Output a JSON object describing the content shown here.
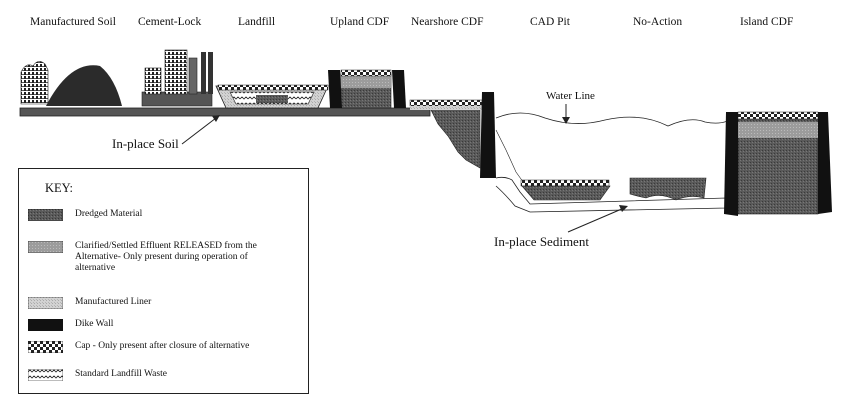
{
  "columns": [
    {
      "id": "manufactured-soil",
      "label": "Manufactured Soil"
    },
    {
      "id": "cement-lock",
      "label": "Cement-Lock"
    },
    {
      "id": "landfill",
      "label": "Landfill"
    },
    {
      "id": "upland-cdf",
      "label": "Upland CDF"
    },
    {
      "id": "nearshore-cdf",
      "label": "Nearshore CDF"
    },
    {
      "id": "cad-pit",
      "label": "CAD Pit"
    },
    {
      "id": "no-action",
      "label": "No-Action"
    },
    {
      "id": "island-cdf",
      "label": "Island CDF"
    }
  ],
  "callouts": {
    "water_line": "Water Line",
    "in_place_soil": "In-place Soil",
    "in_place_sediment": "In-place Sediment"
  },
  "key": {
    "title": "KEY:",
    "items": [
      {
        "id": "dredged",
        "label": "Dredged Material",
        "pattern": "dredged-material"
      },
      {
        "id": "effluent",
        "label": "Clarified/Settled Effluent RELEASED from the Alternative- Only present during operation of alternative",
        "pattern": "effluent"
      },
      {
        "id": "liner",
        "label": "Manufactured Liner",
        "pattern": "liner"
      },
      {
        "id": "dike",
        "label": "Dike Wall",
        "pattern": "dike-wall"
      },
      {
        "id": "cap",
        "label": "Cap - Only present after closure of alternative",
        "pattern": "checker-cap"
      },
      {
        "id": "waste",
        "label": "Standard Landfill Waste",
        "pattern": "wavy-waste"
      }
    ]
  },
  "colors": {
    "dredged": "#555555",
    "effluent": "#9a9a9a",
    "liner": "#c8c8c8",
    "dike": "#111111",
    "ground": "#666666"
  }
}
